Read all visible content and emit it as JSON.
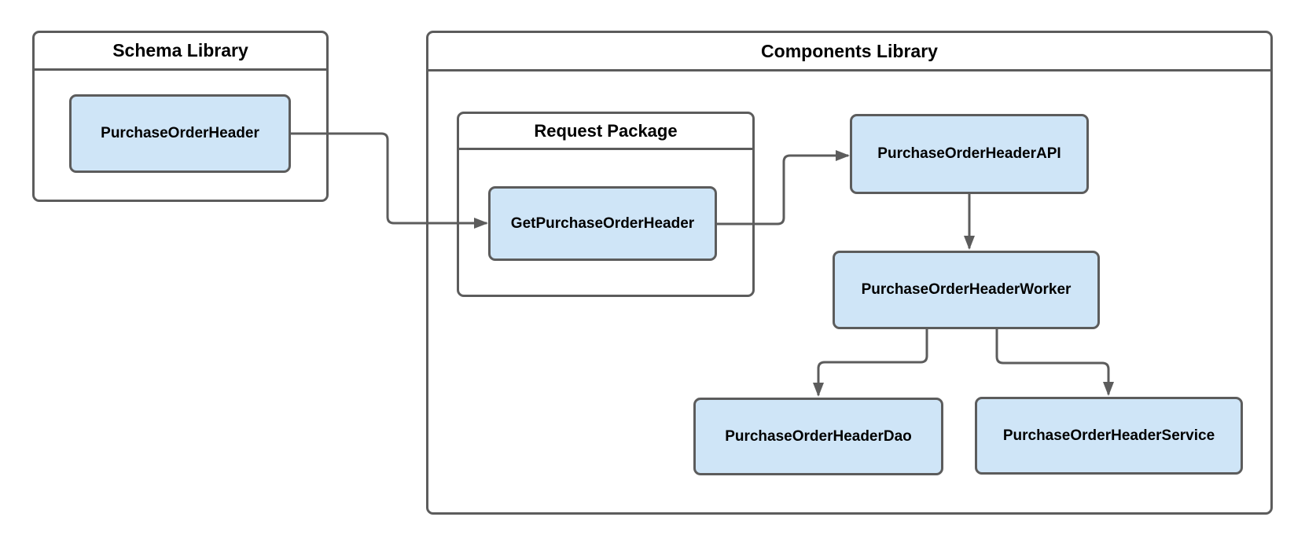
{
  "diagram": {
    "colors": {
      "background": "#ffffff",
      "node_fill": "#cfe5f7",
      "stroke": "#5c5c5c",
      "text": "#000000"
    },
    "containers": {
      "schema_library": {
        "title": "Schema Library"
      },
      "components_library": {
        "title": "Components Library"
      },
      "request_package": {
        "title": "Request Package"
      }
    },
    "nodes": {
      "purchase_order_header": {
        "label": "PurchaseOrderHeader"
      },
      "get_purchase_order_header": {
        "label": "GetPurchaseOrderHeader"
      },
      "purchase_order_header_api": {
        "label": "PurchaseOrderHeaderAPI"
      },
      "purchase_order_header_worker": {
        "label": "PurchaseOrderHeaderWorker"
      },
      "purchase_order_header_dao": {
        "label": "PurchaseOrderHeaderDao"
      },
      "purchase_order_header_service": {
        "label": "PurchaseOrderHeaderService"
      }
    },
    "edges": [
      {
        "from": "PurchaseOrderHeader",
        "to": "GetPurchaseOrderHeader"
      },
      {
        "from": "GetPurchaseOrderHeader",
        "to": "PurchaseOrderHeaderAPI"
      },
      {
        "from": "PurchaseOrderHeaderAPI",
        "to": "PurchaseOrderHeaderWorker"
      },
      {
        "from": "PurchaseOrderHeaderWorker",
        "to": "PurchaseOrderHeaderDao"
      },
      {
        "from": "PurchaseOrderHeaderWorker",
        "to": "PurchaseOrderHeaderService"
      }
    ]
  }
}
